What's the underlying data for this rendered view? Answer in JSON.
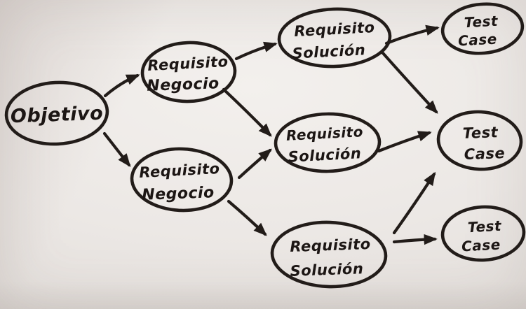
{
  "diagram": {
    "type": "flowchart",
    "medium": "hand-drawn whiteboard marker sketch",
    "background_color": "#ece8e5",
    "ink_color": "#221c19",
    "nodes": [
      {
        "id": "objetivo",
        "label": "Objetivo",
        "lines": [
          "Objetivo"
        ]
      },
      {
        "id": "requisito-negocio-1",
        "label": "Requisito Negocio",
        "lines": [
          "Requisito",
          "Negocio"
        ]
      },
      {
        "id": "requisito-negocio-2",
        "label": "Requisito Negocio",
        "lines": [
          "Requisito",
          "Negocio"
        ]
      },
      {
        "id": "requisito-solucion-1",
        "label": "Requisito Solución",
        "lines": [
          "Requisito",
          "Solución"
        ]
      },
      {
        "id": "requisito-solucion-2",
        "label": "Requisito Solución",
        "lines": [
          "Requisito",
          "Solución"
        ]
      },
      {
        "id": "requisito-solucion-3",
        "label": "Requisito Solución",
        "lines": [
          "Requisito",
          "Solución"
        ]
      },
      {
        "id": "test-case-1",
        "label": "Test Case",
        "lines": [
          "Test",
          "Case"
        ]
      },
      {
        "id": "test-case-2",
        "label": "Test Case",
        "lines": [
          "Test",
          "Case"
        ]
      },
      {
        "id": "test-case-3",
        "label": "Test Case",
        "lines": [
          "Test",
          "Case"
        ]
      }
    ],
    "edges": [
      {
        "from": "objetivo",
        "to": "requisito-negocio-1"
      },
      {
        "from": "objetivo",
        "to": "requisito-negocio-2"
      },
      {
        "from": "requisito-negocio-1",
        "to": "requisito-solucion-1"
      },
      {
        "from": "requisito-negocio-1",
        "to": "requisito-solucion-2"
      },
      {
        "from": "requisito-negocio-2",
        "to": "requisito-solucion-2"
      },
      {
        "from": "requisito-negocio-2",
        "to": "requisito-solucion-3"
      },
      {
        "from": "requisito-solucion-1",
        "to": "test-case-1"
      },
      {
        "from": "requisito-solucion-1",
        "to": "test-case-2"
      },
      {
        "from": "requisito-solucion-2",
        "to": "test-case-2"
      },
      {
        "from": "requisito-solucion-3",
        "to": "test-case-2"
      },
      {
        "from": "requisito-solucion-3",
        "to": "test-case-3"
      }
    ]
  }
}
